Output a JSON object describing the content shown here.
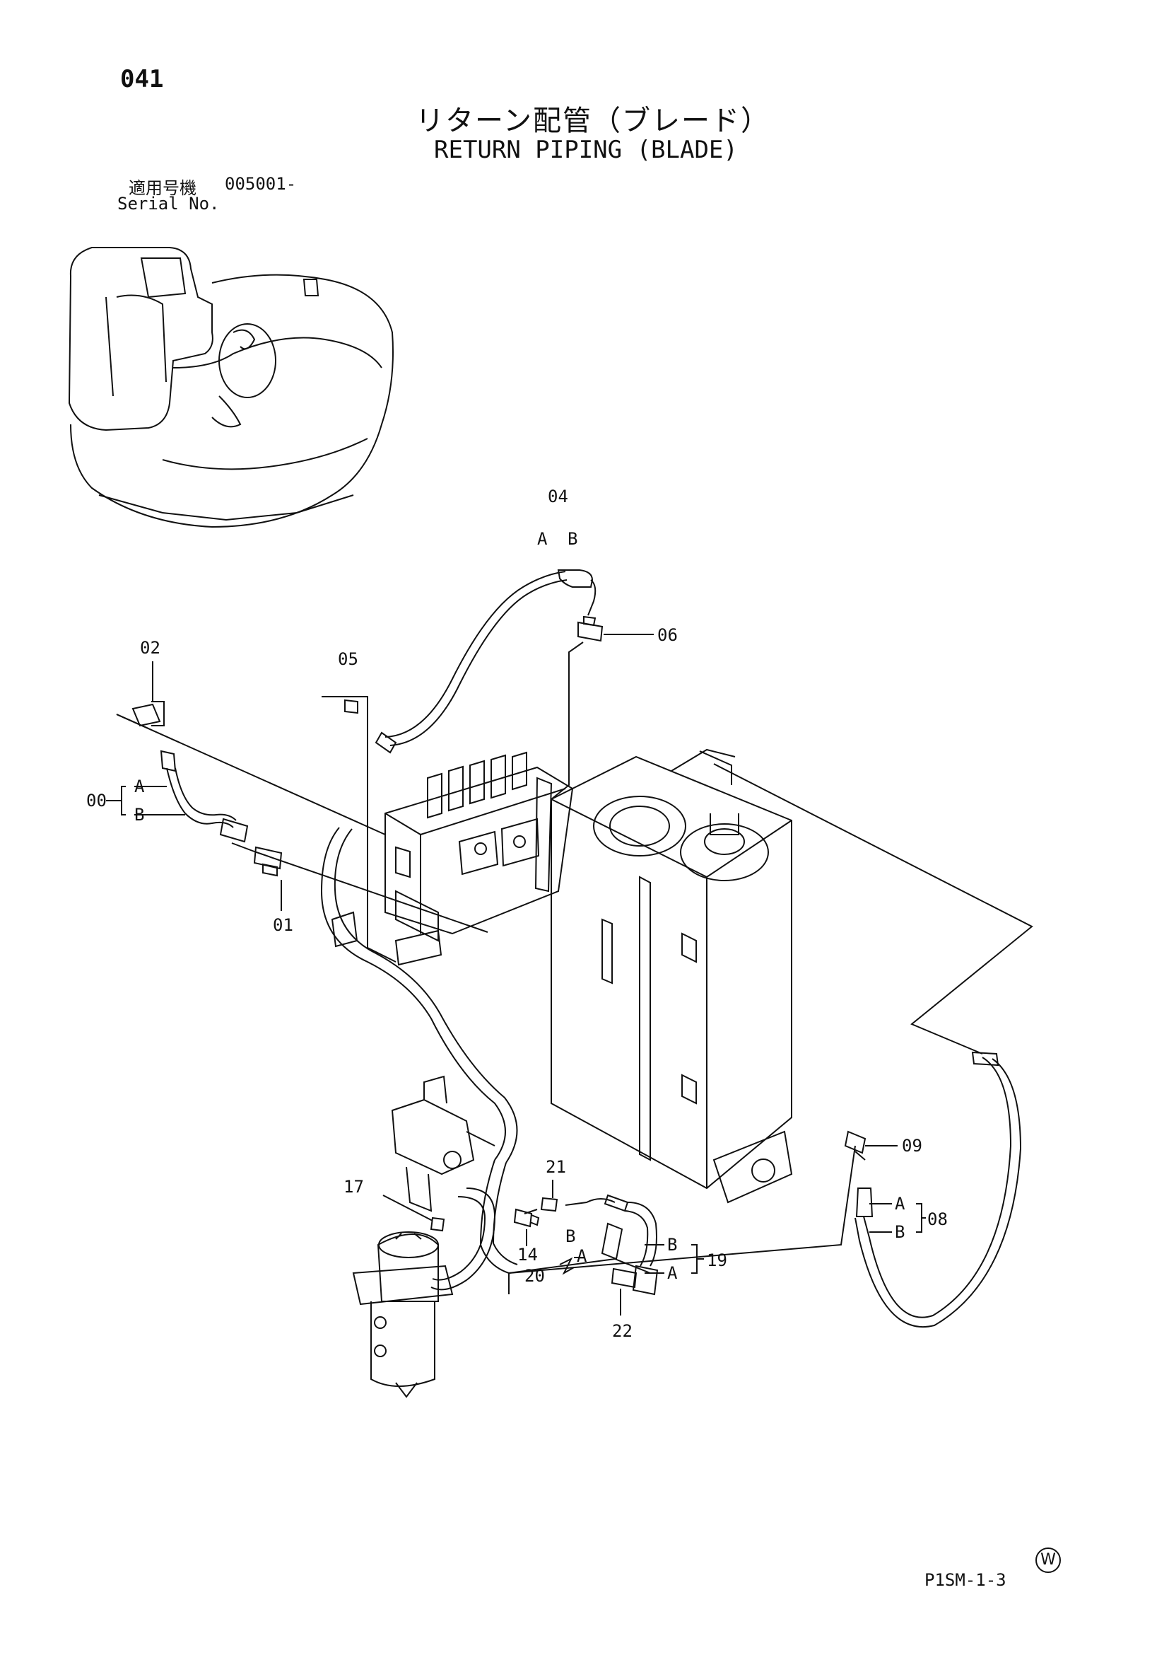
{
  "header": {
    "page_number": "041",
    "title_jp": "リターン配管（ブレード）",
    "title_en": "RETURN PIPING (BLADE)",
    "serial_label_jp": "適用号機",
    "serial_value": "005001-",
    "serial_label_en": "Serial No."
  },
  "footer": {
    "code": "P1SM-1-3",
    "maker_mark": "W"
  },
  "parts": {
    "p00": "00",
    "p01": "01",
    "p02": "02",
    "p04": "04",
    "p05": "05",
    "p06": "06",
    "p08": "08",
    "p09": "09",
    "p14": "14",
    "p17": "17",
    "p19": "19",
    "p20": "20",
    "p21": "21",
    "p22": "22"
  },
  "sub": {
    "a": "A",
    "b": "B"
  }
}
